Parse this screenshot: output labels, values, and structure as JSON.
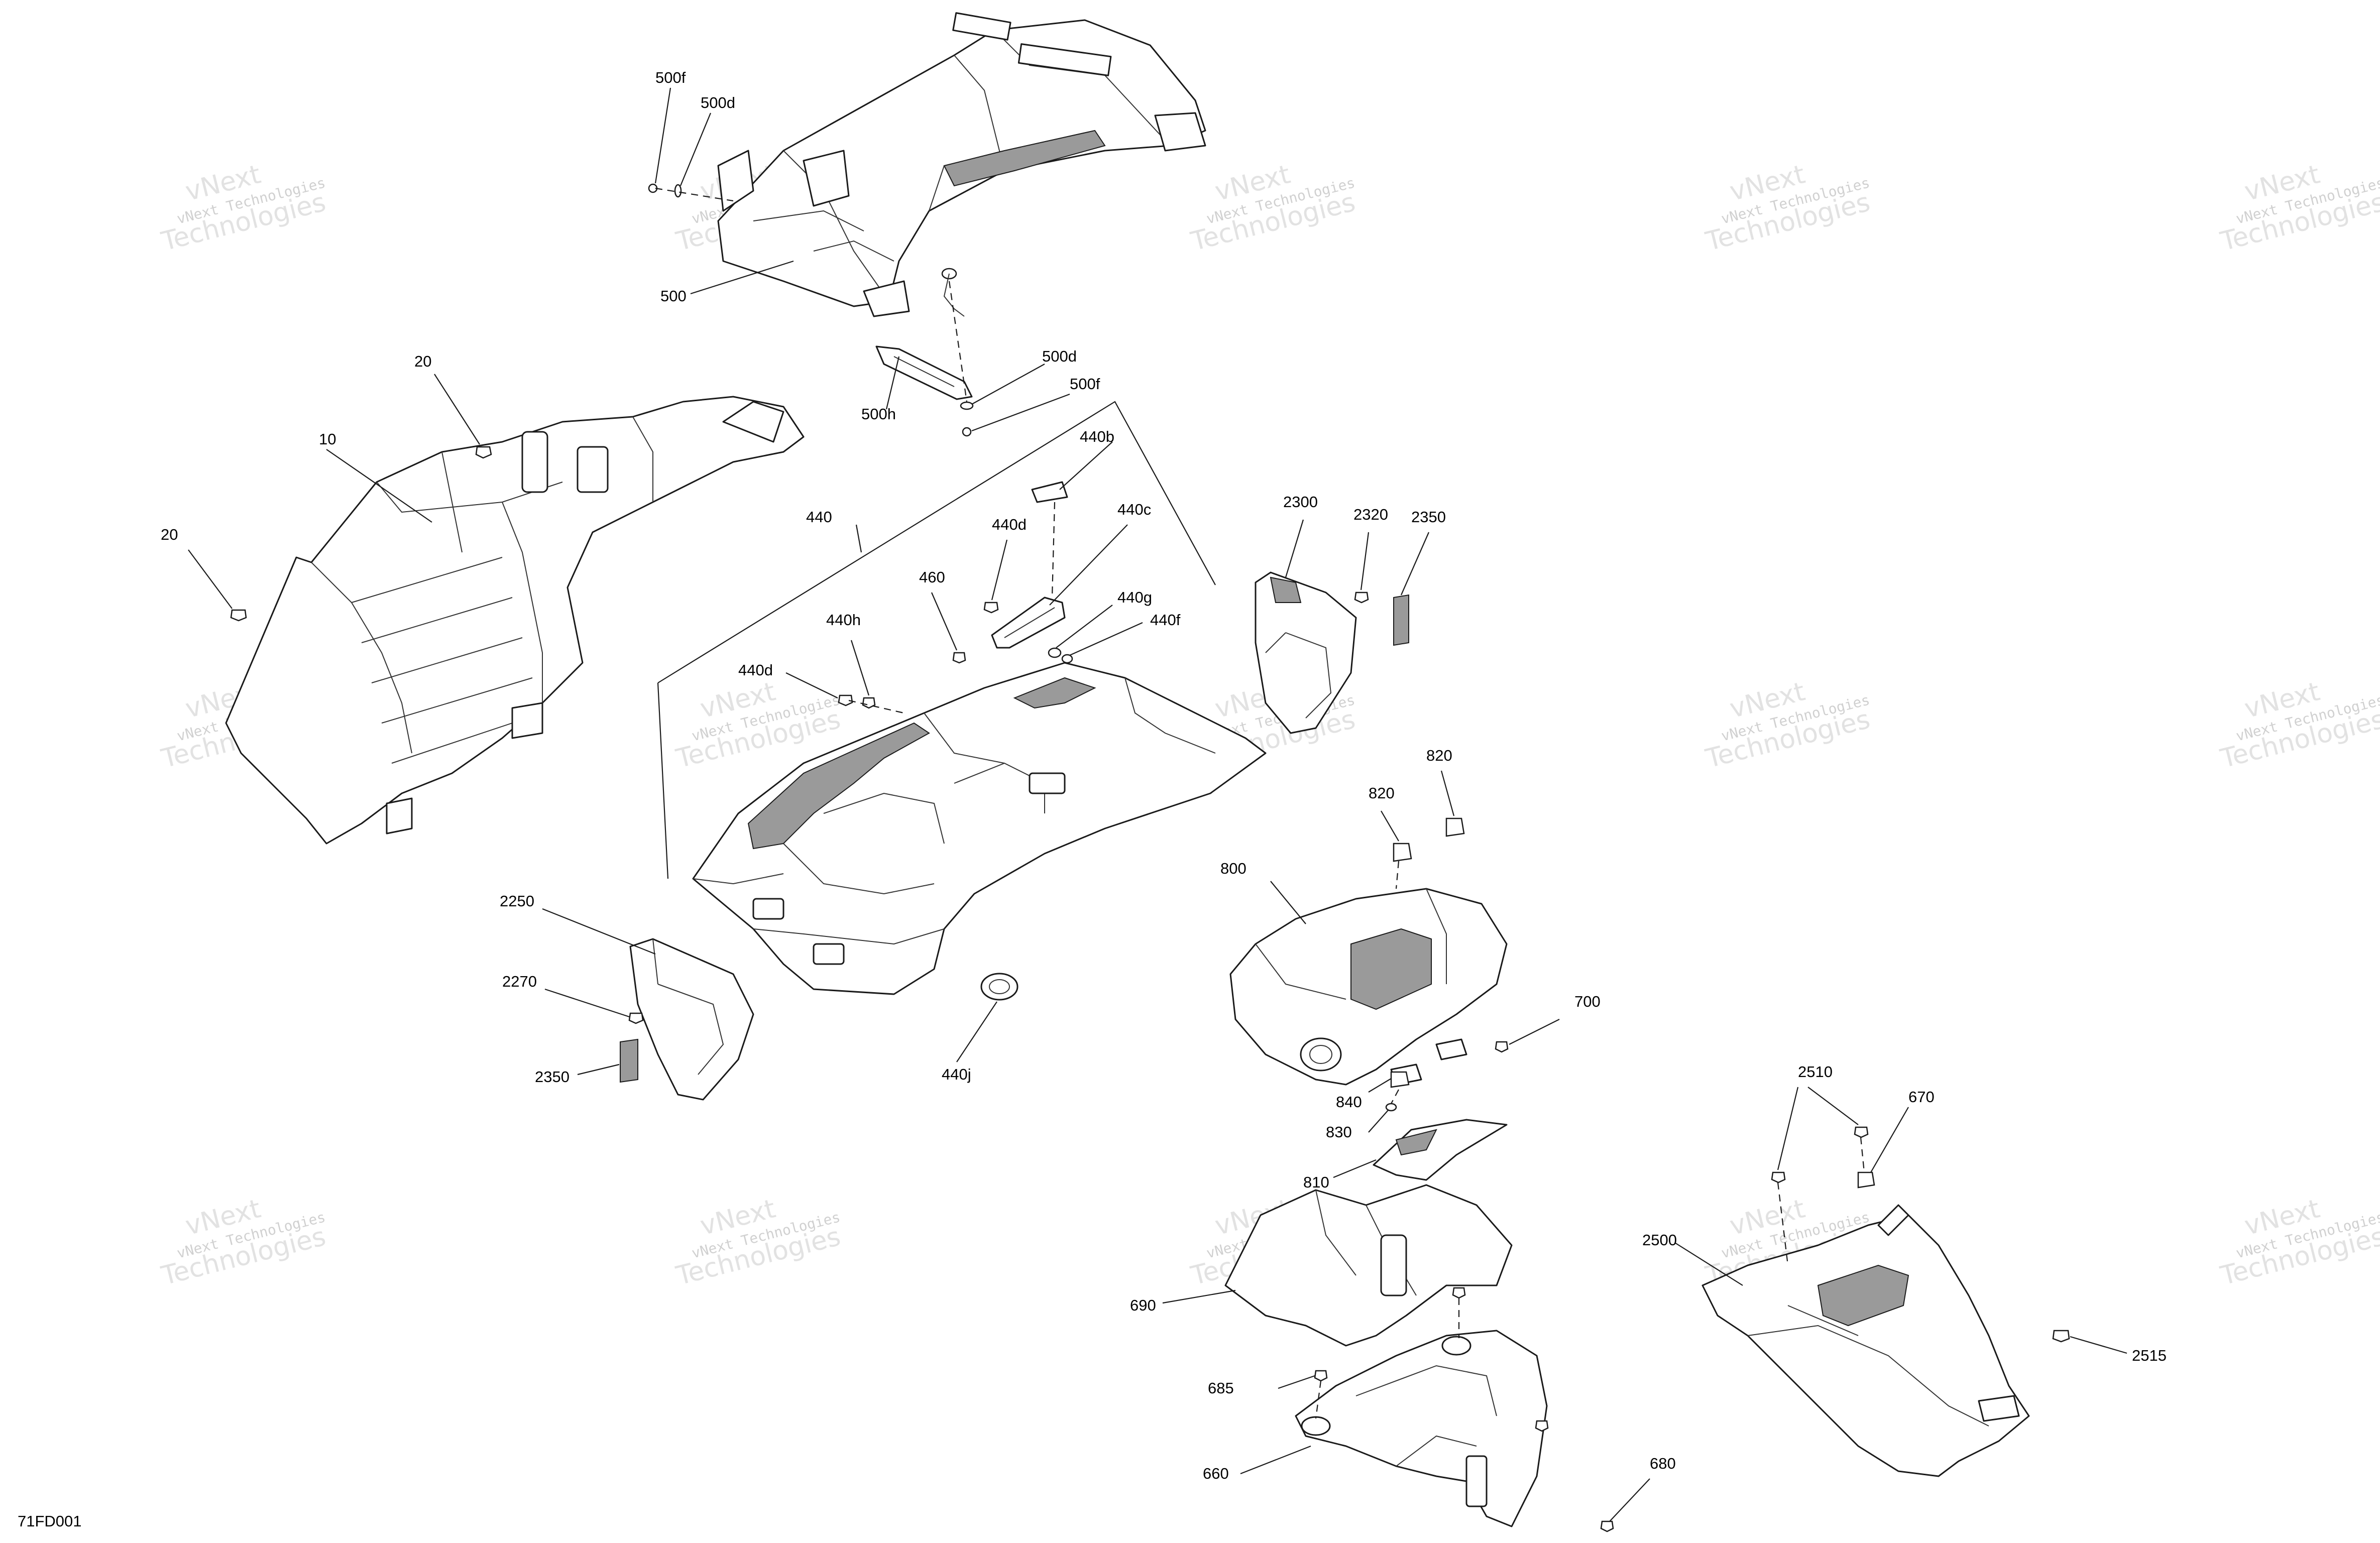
{
  "diagram_id": "71FD001",
  "watermark": {
    "line1": "vNext Technologies",
    "line2": "vNext",
    "line3": "Technologies"
  },
  "callouts": {
    "c500f_a": "500f",
    "c500d_a": "500d",
    "c500": "500",
    "c500d_b": "500d",
    "c500f_b": "500f",
    "c500h": "500h",
    "c20_a": "20",
    "c10": "10",
    "c20_b": "20",
    "c440": "440",
    "c440b": "440b",
    "c440d_a": "440d",
    "c440c": "440c",
    "c460": "460",
    "c440g": "440g",
    "c440f": "440f",
    "c440h": "440h",
    "c440d_b": "440d",
    "c440j": "440j",
    "c2300": "2300",
    "c2320": "2320",
    "c2350_a": "2350",
    "c820_a": "820",
    "c820_b": "820",
    "c800": "800",
    "c700": "700",
    "c840": "840",
    "c830": "830",
    "c810": "810",
    "c2250": "2250",
    "c2270": "2270",
    "c2350_b": "2350",
    "c2510": "2510",
    "c670": "670",
    "c2500": "2500",
    "c2515": "2515",
    "c690": "690",
    "c685": "685",
    "c660": "660",
    "c680": "680"
  }
}
